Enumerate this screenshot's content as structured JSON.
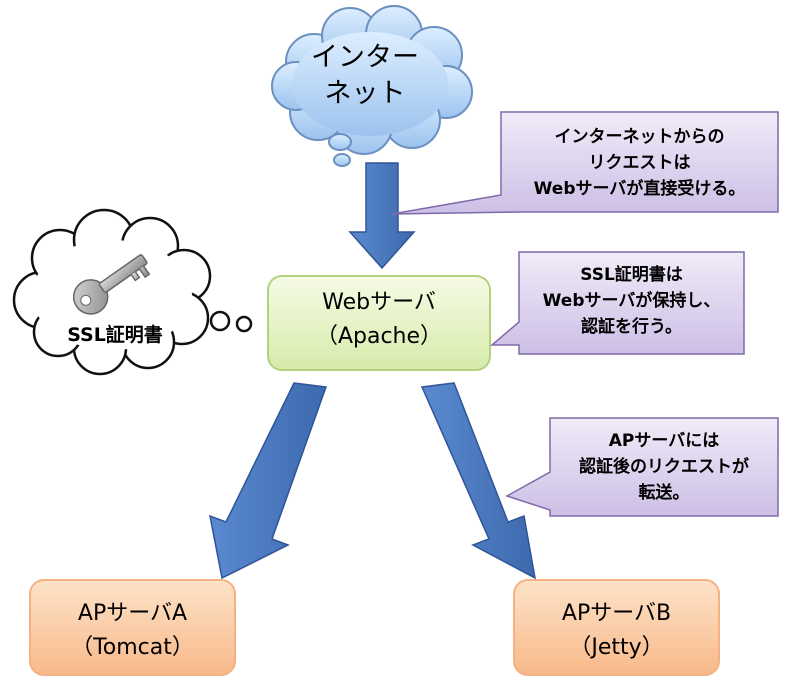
{
  "nodes": {
    "internet": {
      "lines": [
        "インター",
        "ネット"
      ]
    },
    "ssl_cloud": {
      "label": "SSL証明書"
    },
    "web_server": {
      "lines": [
        "Webサーバ",
        "（Apache）"
      ]
    },
    "ap_server_a": {
      "lines": [
        "APサーバA",
        "（Tomcat）"
      ]
    },
    "ap_server_b": {
      "lines": [
        "APサーバB",
        "（Jetty）"
      ]
    }
  },
  "callouts": [
    {
      "lines": [
        "インターネットからの",
        "リクエストは",
        "Webサーバが直接受ける。"
      ]
    },
    {
      "lines": [
        "SSL証明書は",
        "Webサーバが保持し、",
        "認証を行う。"
      ]
    },
    {
      "lines": [
        "APサーバには",
        "認証後のリクエストが",
        "転送。"
      ]
    }
  ],
  "icons": {
    "internet": "cloud-icon",
    "ssl": "thought-cloud-icon",
    "key": "key-icon",
    "arrows": "block-arrow-icon"
  },
  "colors": {
    "cloud_fill": "#b5d5f5",
    "cloud_stroke": "#6a8fc0",
    "web_box_fill": "#e6f3c5",
    "web_box_stroke": "#b2d27e",
    "ap_box_fill": "#fbcfa4",
    "ap_box_stroke": "#f4b183",
    "callout_fill": "#ddd1f0",
    "callout_stroke": "#7f6aa8",
    "arrow_fill": "#4a78bf",
    "arrow_stroke": "#2f5597",
    "ssl_cloud_stroke": "#111111",
    "key_fill": "#b0b0b0"
  }
}
